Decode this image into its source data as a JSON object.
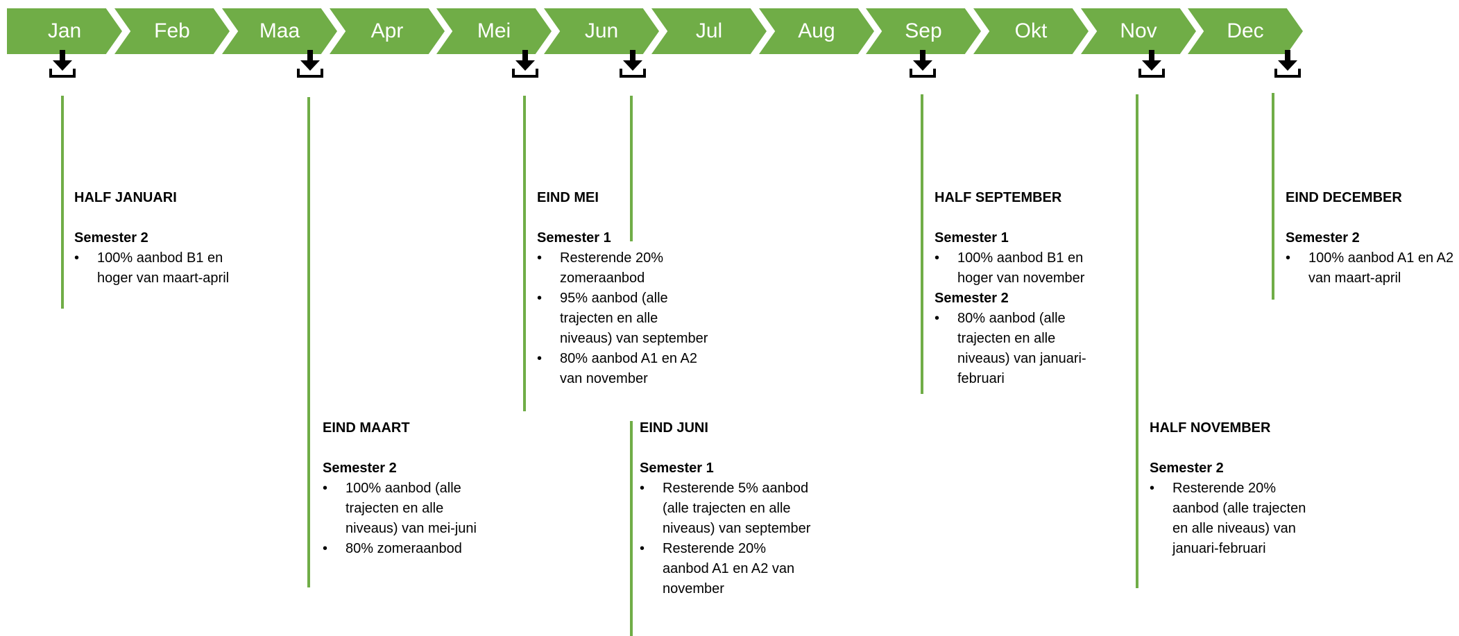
{
  "months": [
    "Jan",
    "Feb",
    "Maa",
    "Apr",
    "Mei",
    "Jun",
    "Jul",
    "Aug",
    "Sep",
    "Okt",
    "Nov",
    "Dec"
  ],
  "colors": {
    "arrow": "#70ad47",
    "line": "#70ad47",
    "icon": "#000000"
  },
  "bullet": "•",
  "events": [
    {
      "title": "HALF JANUARI",
      "groups": [
        {
          "label": "Semester 2",
          "items": [
            "100% aanbod B1 en hoger van maart-april"
          ]
        }
      ]
    },
    {
      "title": "EIND MAART",
      "groups": [
        {
          "label": "Semester 2",
          "items": [
            "100% aanbod (alle trajecten en alle niveaus) van mei-juni",
            "80% zomeraanbod"
          ]
        }
      ]
    },
    {
      "title": "EIND MEI",
      "groups": [
        {
          "label": "Semester 1",
          "items": [
            "Resterende 20% zomeraanbod",
            "95% aanbod (alle trajecten en alle niveaus) van september",
            "80% aanbod A1 en A2 van november"
          ]
        }
      ]
    },
    {
      "title": "EIND JUNI",
      "groups": [
        {
          "label": "Semester 1",
          "items": [
            "Resterende 5% aanbod (alle trajecten en alle niveaus) van september",
            "Resterende 20% aanbod A1 en A2 van november"
          ]
        }
      ]
    },
    {
      "title": "HALF SEPTEMBER",
      "groups": [
        {
          "label": "Semester 1",
          "items": [
            "100% aanbod B1 en hoger van november"
          ]
        },
        {
          "label": "Semester 2",
          "items": [
            "80% aanbod (alle trajecten en alle niveaus) van januari-februari"
          ]
        }
      ]
    },
    {
      "title": "HALF NOVEMBER",
      "groups": [
        {
          "label": "Semester 2",
          "items": [
            "Resterende 20% aanbod (alle trajecten en alle niveaus) van januari-februari"
          ]
        }
      ]
    },
    {
      "title": "EIND DECEMBER",
      "groups": [
        {
          "label": "Semester 2",
          "items": [
            "100% aanbod A1 en A2 van maart-april"
          ]
        }
      ]
    }
  ]
}
